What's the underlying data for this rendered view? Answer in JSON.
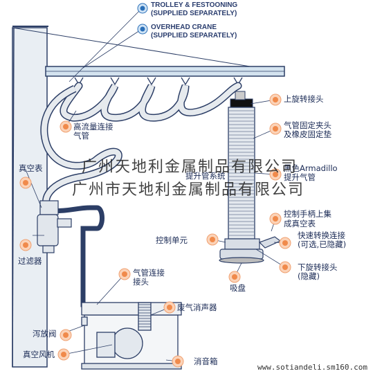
{
  "legend": {
    "trolley_line1": "TROLLEY & FESTOONING",
    "trolley_line2": "(SUPPLIED SEPARATELY)",
    "crane_line1": "OVERHEAD CRANE",
    "crane_line2": "(SUPPLIED SEPARATELY)"
  },
  "labels": {
    "upper_swivel": "上旋转接头",
    "hose_clamp_1": "气管固定夹头",
    "hose_clamp_2": "及橡皮固定垫",
    "hose_high_flow_1": "高流量连接",
    "hose_high_flow_2": "气管",
    "vacuum_gauge": "真空表",
    "armadillo_1": "黑色Armadillo",
    "armadillo_2": "提升气管",
    "lift_tube_system": "提升管系统",
    "handle_1": "控制手柄上集",
    "handle_2": "成真空表",
    "control_unit": "控制单元",
    "quick_coupler_1": "快速转换连接",
    "quick_coupler_2": "(可选,已隐藏)",
    "lower_swivel_1": "下旋转接头",
    "lower_swivel_2": "(隐藏)",
    "suction_pad": "吸盘",
    "filter": "过滤器",
    "hose_connector_1": "气管连接",
    "hose_connector_2": "接头",
    "exhaust_silencer": "废气消声器",
    "relief_valve": "泻放阀",
    "vacuum_pump": "真空风机",
    "silencer_box": "消音箱"
  },
  "watermark": {
    "line1": "广州天地利金属制品有限公司",
    "line2": "广州市天地利金属制品有限公司",
    "url": "www.sotiandeli.sm160.com"
  },
  "colors": {
    "line": "#2c3e66",
    "fill": "#dfe4ea",
    "bullet": "#f08a4b",
    "legend_dot": "#2a6fb8",
    "beam": "#cfe0ee"
  }
}
